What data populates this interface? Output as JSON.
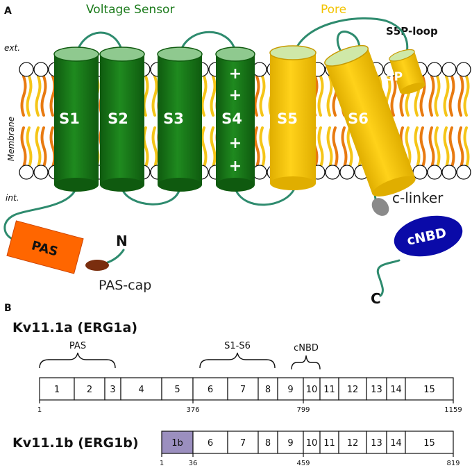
{
  "panel_a": {
    "label": "A",
    "voltage_sensor_title": "Voltage Sensor",
    "pore_title": "Pore",
    "ext_label": "ext.",
    "membrane_label": "Membrane",
    "int_label": "int.",
    "s5p_loop_label": "S5P-loop",
    "segments": [
      "S1",
      "S2",
      "S3",
      "S4",
      "S5",
      "S6"
    ],
    "s4_charges": [
      "+",
      "+",
      "+",
      "+"
    ],
    "pore_helix_label": "5P",
    "c_linker_label": "c-linker",
    "cnbd_label": "cNBD",
    "pas_label": "PAS",
    "pas_cap_label": "PAS-cap",
    "n_label": "N",
    "c_label": "C",
    "colors": {
      "voltage_sensor": "#1a7a1a",
      "pore": "#f2c300",
      "pas": "#ff6600",
      "cnbd": "#0a0aa8",
      "pas_cap": "#7a2e0e",
      "c_linker": "#8a8a8a",
      "loop": "#2e8b6e",
      "tail_orange": "#e87a10",
      "tail_yellow": "#f5c518"
    }
  },
  "panel_b": {
    "label": "B",
    "kv11_1a": {
      "title": "Kv11.1a (ERG1a)",
      "domains": [
        "PAS",
        "S1-S6",
        "cNBD"
      ],
      "exons": [
        "1",
        "2",
        "3",
        "4",
        "5",
        "6",
        "7",
        "8",
        "9",
        "10",
        "11",
        "12",
        "13",
        "14",
        "15"
      ],
      "ticks": [
        "1",
        "376",
        "799",
        "1159"
      ]
    },
    "kv11_1b": {
      "title": "Kv11.1b (ERG1b)",
      "exons": [
        "1b",
        "6",
        "7",
        "8",
        "9",
        "10",
        "11",
        "12",
        "13",
        "14",
        "15"
      ],
      "ticks": [
        "1",
        "36",
        "459",
        "819"
      ],
      "colors": {
        "exon_1b": "#9b8fbf"
      }
    }
  }
}
